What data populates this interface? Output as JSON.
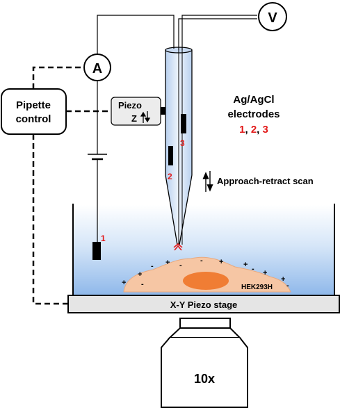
{
  "meters": {
    "voltmeter": "V",
    "ammeter": "A"
  },
  "pipette_control": {
    "line1": "Pipette",
    "line2": "control"
  },
  "piezo": {
    "label": "Piezo",
    "axis": "Z"
  },
  "electrodes": {
    "title_line1": "Ag/AgCl",
    "title_line2": "electrodes",
    "num1": "1",
    "sep1": ", ",
    "num2": "2",
    "sep2": ", ",
    "num3": "3"
  },
  "electrode_markers": {
    "e1": "1",
    "e2": "2",
    "e3": "3"
  },
  "scan": {
    "label": "Approach-retract scan"
  },
  "cell": {
    "label": "HEK293H"
  },
  "stage": {
    "label": "X-Y Piezo stage"
  },
  "objective": {
    "label": "10x"
  },
  "colors": {
    "accent_red": "#e21a1a",
    "cell_fill": "#f6c6a4",
    "nucleus": "#f07d34",
    "bath_top": "#ffffff",
    "bath_bottom": "#8fb8ea",
    "pipette": "#dce9f7",
    "stage": "#e5e5e5"
  }
}
